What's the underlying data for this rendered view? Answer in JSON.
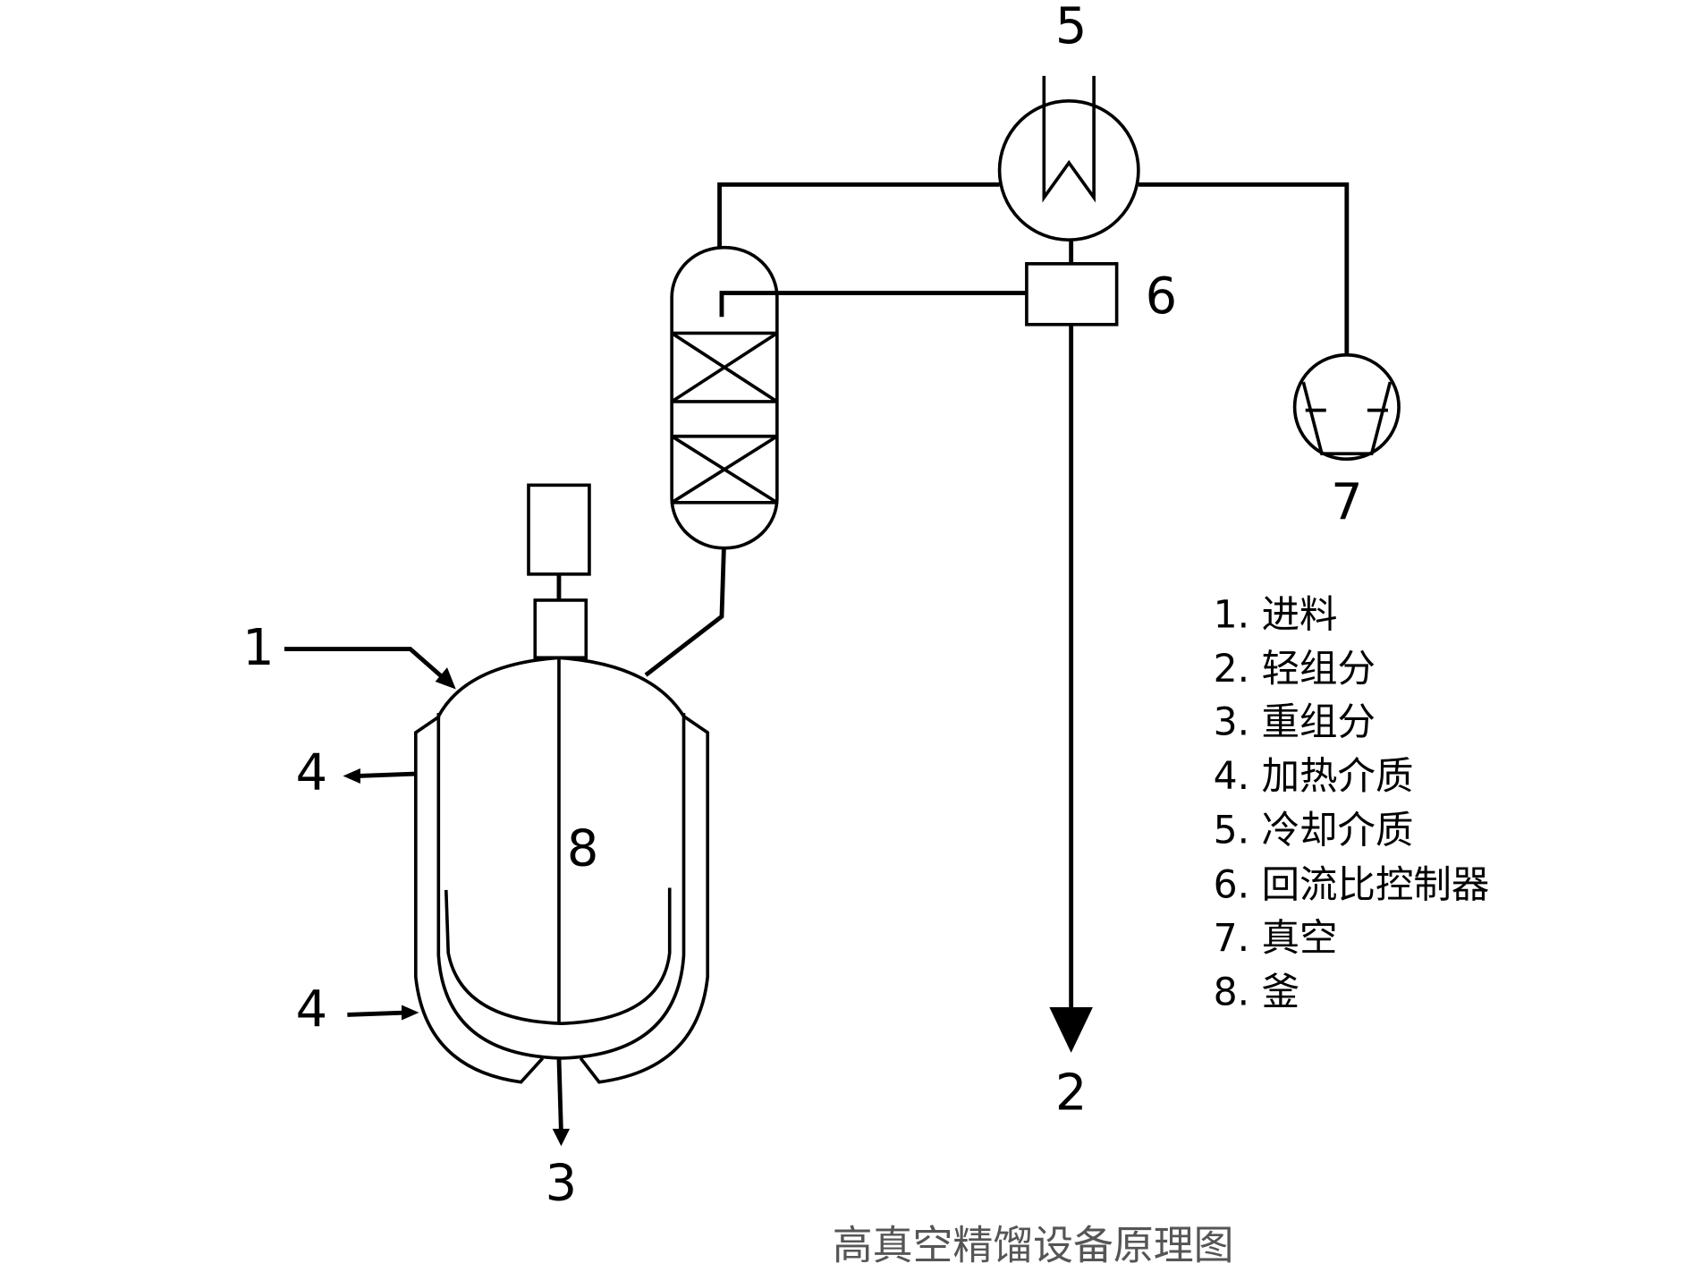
{
  "diagram": {
    "caption": "高真空精馏设备原理图",
    "labels": {
      "feed": "1",
      "light": "2",
      "heavy": "3",
      "heat_out": "4",
      "heat_in": "4",
      "cooling": "5",
      "reflux": "6",
      "vacuum": "7",
      "kettle": "8"
    },
    "legend": [
      "1. 进料",
      "2. 轻组分",
      "3. 重组分",
      "4. 加热介质",
      "5. 冷却介质",
      "6. 回流比控制器",
      "7. 真空",
      "8. 釜"
    ]
  }
}
